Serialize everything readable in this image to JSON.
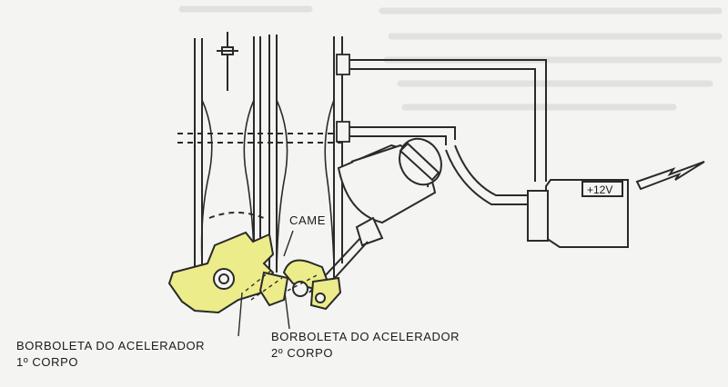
{
  "diagram": {
    "labels": {
      "came": "CAME",
      "first_body_line1": "BORBOLETA DO ACELERADOR",
      "first_body_line2": "1º CORPO",
      "second_body_line1": "BORBOLETA DO ACELERADOR",
      "second_body_line2": "2º CORPO",
      "voltage": "+12V"
    },
    "colors": {
      "ink": "#2a2a2a",
      "yellow_part": "#ecec8a",
      "background": "#f4f4f2",
      "ghost_text": "#d6d6d2"
    }
  }
}
